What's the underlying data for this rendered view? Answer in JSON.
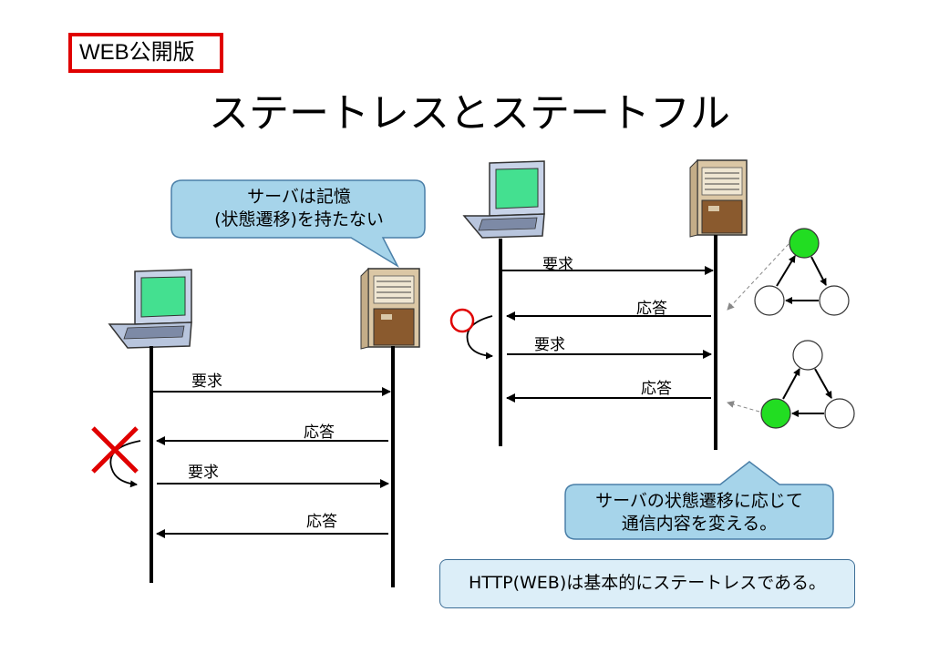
{
  "badge": "WEB公開版",
  "title": "ステートレスとステートフル",
  "stateless": {
    "bubble_line1": "サーバは記憶",
    "bubble_line2": "(状態遷移)を持たない",
    "request1": "要求",
    "response1": "応答",
    "request2": "要求",
    "response2": "応答"
  },
  "stateful": {
    "request1": "要求",
    "response1": "応答",
    "request2": "要求",
    "response2": "応答",
    "bubble_line1": "サーバの状態遷移に応じて",
    "bubble_line2": "通信内容を変える。"
  },
  "note": "HTTP(WEB)は基本的にステートレスである。",
  "colors": {
    "badge_border": "#e00000",
    "bubble_fill": "#a6d4ea",
    "active_state": "#22dd22",
    "cross": "#e00000",
    "circle_mark": "#e00000"
  },
  "icons": [
    "laptop-icon",
    "server-icon",
    "cross-mark-icon",
    "circle-mark-icon",
    "state-diagram-icon"
  ]
}
